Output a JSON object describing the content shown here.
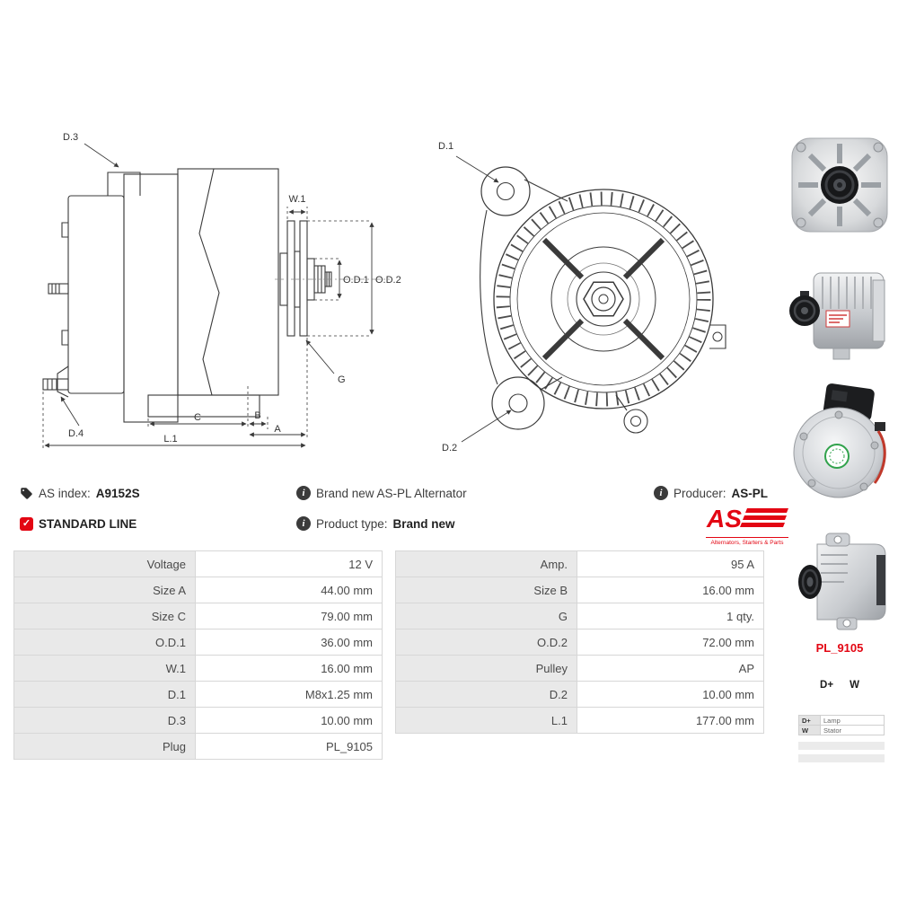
{
  "colors": {
    "accent_red": "#e30613",
    "line_dark": "#3a3a3a",
    "table_label_bg": "#e9e9e9"
  },
  "header": {
    "as_index_label": "AS index:",
    "as_index_value": "A9152S",
    "standard_line": "STANDARD LINE",
    "brand_new_text": "Brand new AS-PL Alternator",
    "product_type_label": "Product type:",
    "product_type_value": "Brand new",
    "producer_label": "Producer:",
    "producer_value": "AS-PL"
  },
  "logo": {
    "text": "AS",
    "tagline": "Alternators, Starters & Parts"
  },
  "diagram_labels": {
    "d3": "D.3",
    "w1": "W.1",
    "od1": "O.D.1",
    "od2": "O.D.2",
    "g": "G",
    "d4": "D.4",
    "c": "C",
    "b": "B",
    "a": "A",
    "l1": "L.1",
    "d1": "D.1",
    "d2": "D.2"
  },
  "specs": {
    "left": [
      {
        "label": "Voltage",
        "value": "12 V"
      },
      {
        "label": "Size A",
        "value": "44.00 mm"
      },
      {
        "label": "Size C",
        "value": "79.00 mm"
      },
      {
        "label": "O.D.1",
        "value": "36.00 mm"
      },
      {
        "label": "W.1",
        "value": "16.00 mm"
      },
      {
        "label": "D.1",
        "value": "M8x1.25 mm"
      },
      {
        "label": "D.3",
        "value": "10.00 mm"
      },
      {
        "label": "Plug",
        "value": "PL_9105"
      }
    ],
    "right": [
      {
        "label": "Amp.",
        "value": "95 A"
      },
      {
        "label": "Size B",
        "value": "16.00 mm"
      },
      {
        "label": "G",
        "value": "1 qty."
      },
      {
        "label": "O.D.2",
        "value": "72.00 mm"
      },
      {
        "label": "Pulley",
        "value": "AP"
      },
      {
        "label": "D.2",
        "value": "10.00 mm"
      },
      {
        "label": "L.1",
        "value": "177.00 mm"
      }
    ]
  },
  "side_panel": {
    "plug_code": "PL_9105",
    "terminal_1": "D+",
    "terminal_2": "W",
    "legend": [
      {
        "term": "D+",
        "desc": "Lamp"
      },
      {
        "term": "W",
        "desc": "Stator"
      }
    ]
  }
}
